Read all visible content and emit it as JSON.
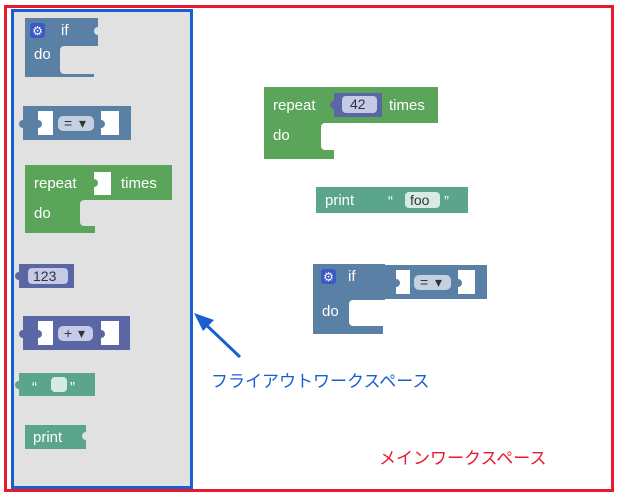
{
  "labels": {
    "flyout": "フライアウトワークスペース",
    "main": "メインワークスペース"
  },
  "colors": {
    "main_border": "#e8192c",
    "flyout_border": "#1a5fd0",
    "flyout_bg": "#e1e1e1",
    "logic_block": "#5b80a5",
    "loop_block": "#5ba55b",
    "math_block": "#5b67a5",
    "text_block": "#5ba58c"
  },
  "blocks": {
    "if_label": "if",
    "do_label": "do",
    "repeat_label": "repeat",
    "times_label": "times",
    "print_label": "print",
    "compare_op": "=",
    "arith_op": "+",
    "number_value": "123",
    "repeat_count": "42",
    "text_value": "foo",
    "quote_open": "“",
    "quote_close": "”",
    "dropdown_arrow": "▾"
  },
  "icons": {
    "gear": "gear-icon"
  }
}
